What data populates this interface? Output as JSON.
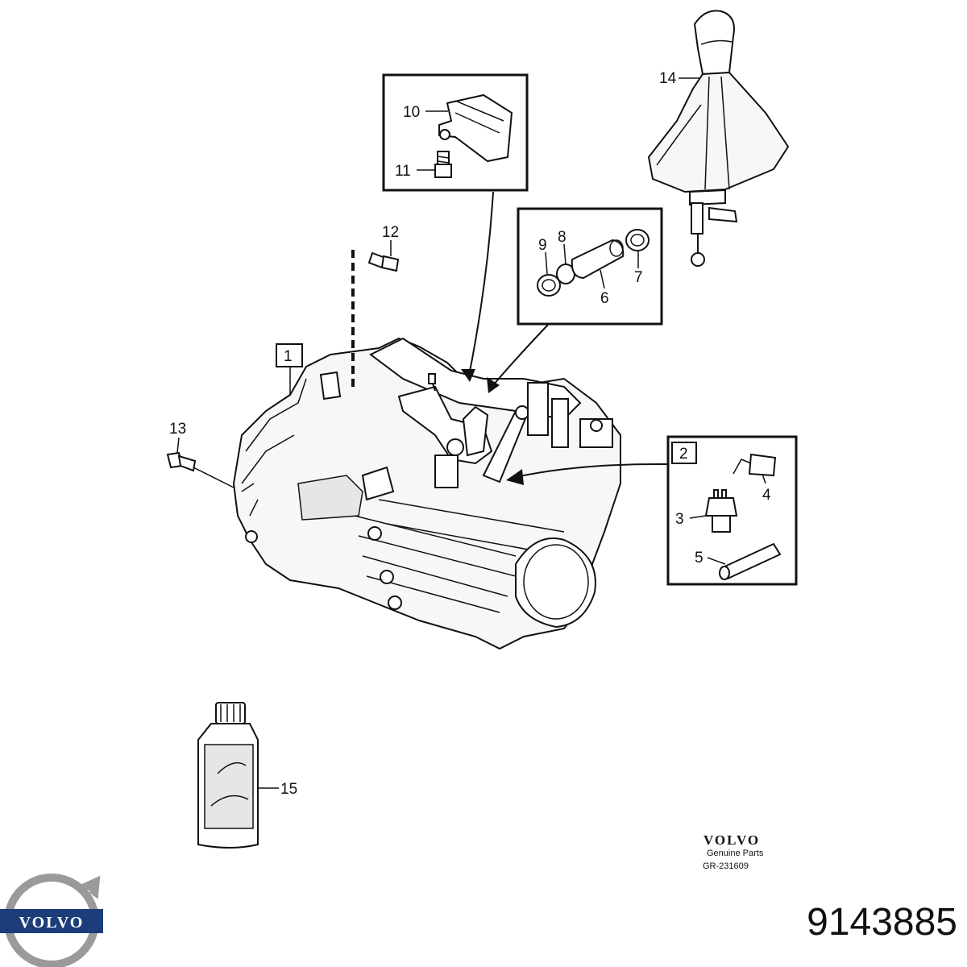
{
  "diagram": {
    "callouts": {
      "c1": "1",
      "c2": "2",
      "c3": "3",
      "c4": "4",
      "c5": "5",
      "c6": "6",
      "c7": "7",
      "c8": "8",
      "c9": "9",
      "c10": "10",
      "c11": "11",
      "c12": "12",
      "c13": "13",
      "c14": "14",
      "c15": "15"
    }
  },
  "branding": {
    "wordmark": "VOLVO",
    "tagline": "Genuine Parts",
    "drawing_ref": "GR-231609",
    "logo_text": "VOLVO",
    "part_number": "9143885"
  }
}
